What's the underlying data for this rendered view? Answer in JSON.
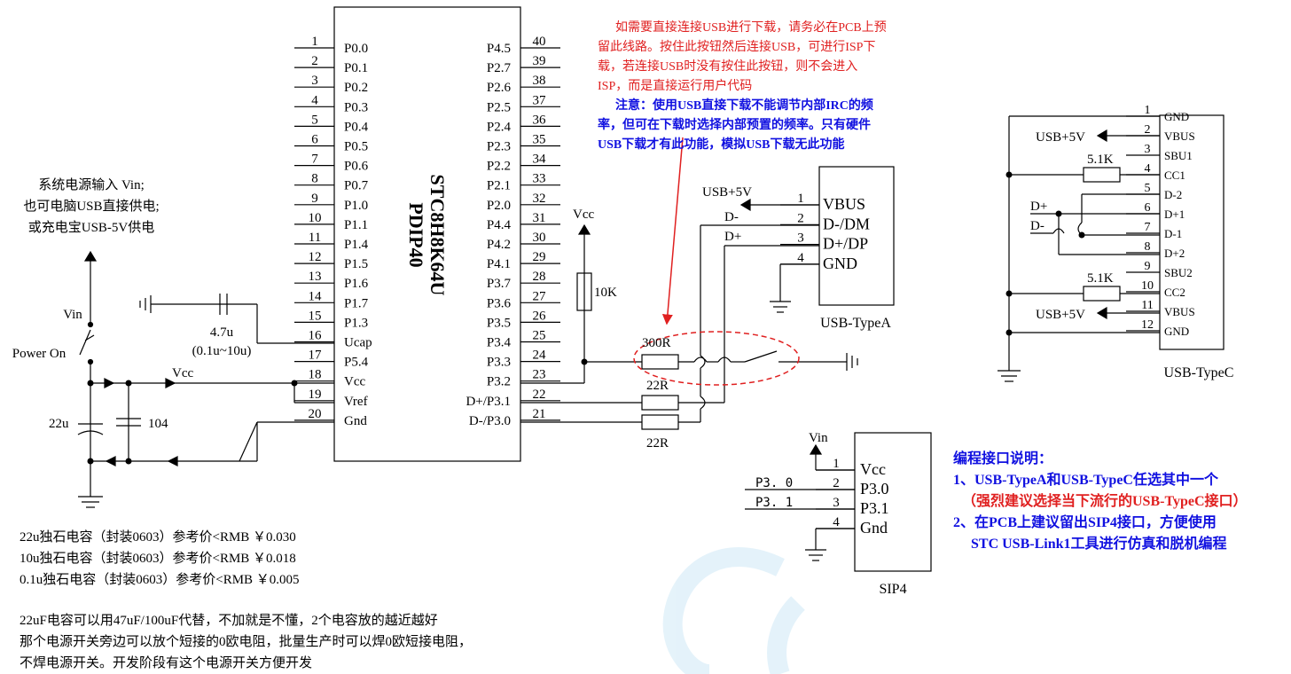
{
  "mcu": {
    "name": "STC8H8K64U",
    "package": "PDIP40",
    "left_pins": [
      {
        "num": "1",
        "name": "P0.0"
      },
      {
        "num": "2",
        "name": "P0.1"
      },
      {
        "num": "3",
        "name": "P0.2"
      },
      {
        "num": "4",
        "name": "P0.3"
      },
      {
        "num": "5",
        "name": "P0.4"
      },
      {
        "num": "6",
        "name": "P0.5"
      },
      {
        "num": "7",
        "name": "P0.6"
      },
      {
        "num": "8",
        "name": "P0.7"
      },
      {
        "num": "9",
        "name": "P1.0"
      },
      {
        "num": "10",
        "name": "P1.1"
      },
      {
        "num": "11",
        "name": "P1.4"
      },
      {
        "num": "12",
        "name": "P1.5"
      },
      {
        "num": "13",
        "name": "P1.6"
      },
      {
        "num": "14",
        "name": "P1.7"
      },
      {
        "num": "15",
        "name": "P1.3"
      },
      {
        "num": "16",
        "name": "Ucap"
      },
      {
        "num": "17",
        "name": "P5.4"
      },
      {
        "num": "18",
        "name": "Vcc"
      },
      {
        "num": "19",
        "name": "Vref"
      },
      {
        "num": "20",
        "name": "Gnd"
      }
    ],
    "right_pins": [
      {
        "num": "40",
        "name": "P4.5"
      },
      {
        "num": "39",
        "name": "P2.7"
      },
      {
        "num": "38",
        "name": "P2.6"
      },
      {
        "num": "37",
        "name": "P2.5"
      },
      {
        "num": "36",
        "name": "P2.4"
      },
      {
        "num": "35",
        "name": "P2.3"
      },
      {
        "num": "34",
        "name": "P2.2"
      },
      {
        "num": "33",
        "name": "P2.1"
      },
      {
        "num": "32",
        "name": "P2.0"
      },
      {
        "num": "31",
        "name": "P4.4"
      },
      {
        "num": "30",
        "name": "P4.2"
      },
      {
        "num": "29",
        "name": "P4.1"
      },
      {
        "num": "28",
        "name": "P3.7"
      },
      {
        "num": "27",
        "name": "P3.6"
      },
      {
        "num": "26",
        "name": "P3.5"
      },
      {
        "num": "25",
        "name": "P3.4"
      },
      {
        "num": "24",
        "name": "P3.3"
      },
      {
        "num": "23",
        "name": "P3.2"
      },
      {
        "num": "22",
        "name": "D+/P3.1"
      },
      {
        "num": "21",
        "name": "D-/P3.0"
      }
    ]
  },
  "power": {
    "desc": [
      "系统电源输入 Vin;",
      "也可电脑USB直接供电;",
      "或充电宝USB-5V供电"
    ],
    "vin": "Vin",
    "power_on": "Power On",
    "vcc": "Vcc",
    "cap_22u": "22u",
    "cap_104": "104",
    "ucap_value": "4.7u",
    "ucap_range": "(0.1u~10u)"
  },
  "usb_circuit": {
    "vcc": "Vcc",
    "r_10k": "10K",
    "r_300r": "300R",
    "r_22r_top": "22R",
    "r_22r_bottom": "22R",
    "note_red": [
      "如需要直接连接USB进行下载，请务必在PCB上预",
      "留此线路。按住此按钮然后连接USB，可进行ISP下",
      "载，若连接USB时没有按住此按钮，则不会进入",
      "ISP，而是直接运行用户代码"
    ],
    "note_blue": [
      "注意：使用USB直接下载不能调节内部IRC的频",
      "率，但可在下载时选择内部预置的频率。只有硬件",
      "USB下载才有此功能，模拟USB下载无此功能"
    ]
  },
  "usb_typea": {
    "title": "USB-TypeA",
    "usb5v": "USB+5V",
    "dminus": "D-",
    "dplus": "D+",
    "pins": [
      {
        "num": "1",
        "name": "VBUS"
      },
      {
        "num": "2",
        "name": "D-/DM"
      },
      {
        "num": "3",
        "name": "D+/DP"
      },
      {
        "num": "4",
        "name": "GND"
      }
    ]
  },
  "usb_typec": {
    "title": "USB-TypeC",
    "usb5v_top": "USB+5V",
    "usb5v_bottom": "USB+5V",
    "r_top": "5.1K",
    "r_bottom": "5.1K",
    "dplus": "D+",
    "dminus": "D-",
    "pins": [
      {
        "num": "1",
        "name": "GND"
      },
      {
        "num": "2",
        "name": "VBUS"
      },
      {
        "num": "3",
        "name": "SBU1"
      },
      {
        "num": "4",
        "name": "CC1"
      },
      {
        "num": "5",
        "name": "D-2"
      },
      {
        "num": "6",
        "name": "D+1"
      },
      {
        "num": "7",
        "name": "D-1"
      },
      {
        "num": "8",
        "name": "D+2"
      },
      {
        "num": "9",
        "name": "SBU2"
      },
      {
        "num": "10",
        "name": "CC2"
      },
      {
        "num": "11",
        "name": "VBUS"
      },
      {
        "num": "12",
        "name": "GND"
      }
    ]
  },
  "sip4": {
    "title": "SIP4",
    "vin": "Vin",
    "net_p30": "P3. 0",
    "net_p31": "P3. 1",
    "pins": [
      {
        "num": "1",
        "name": "Vcc"
      },
      {
        "num": "2",
        "name": "P3.0"
      },
      {
        "num": "3",
        "name": "P3.1"
      },
      {
        "num": "4",
        "name": "Gnd"
      }
    ]
  },
  "programming_notes": {
    "title": "编程接口说明：",
    "item1": "1、USB-TypeA和USB-TypeC任选其中一个",
    "item1_emphasis": "（强烈建议选择当下流行的USB-TypeC接口）",
    "item2": "2、在PCB上建议留出SIP4接口，方便使用",
    "item2_cont": "STC USB-Link1工具进行仿真和脱机编程"
  },
  "cap_prices": [
    "22u独石电容（封装0603）参考价<RMB ￥0.030",
    "10u独石电容（封装0603）参考价<RMB ￥0.018",
    "0.1u独石电容（封装0603）参考价<RMB ￥0.005"
  ],
  "bottom_notes": [
    "22uF电容可以用47uF/100uF代替，不加就是不懂，2个电容放的越近越好",
    "那个电源开关旁边可以放个短接的0欧电阻，批量生产时可以焊0欧短接电阻，",
    "不焊电源开关。开发阶段有这个电源开关方便开发"
  ],
  "colors": {
    "wire": "#000000",
    "note_red": "#e02020",
    "note_blue": "#1010e0",
    "ellipse": "#e02020",
    "watermark": "#dff0f8"
  }
}
